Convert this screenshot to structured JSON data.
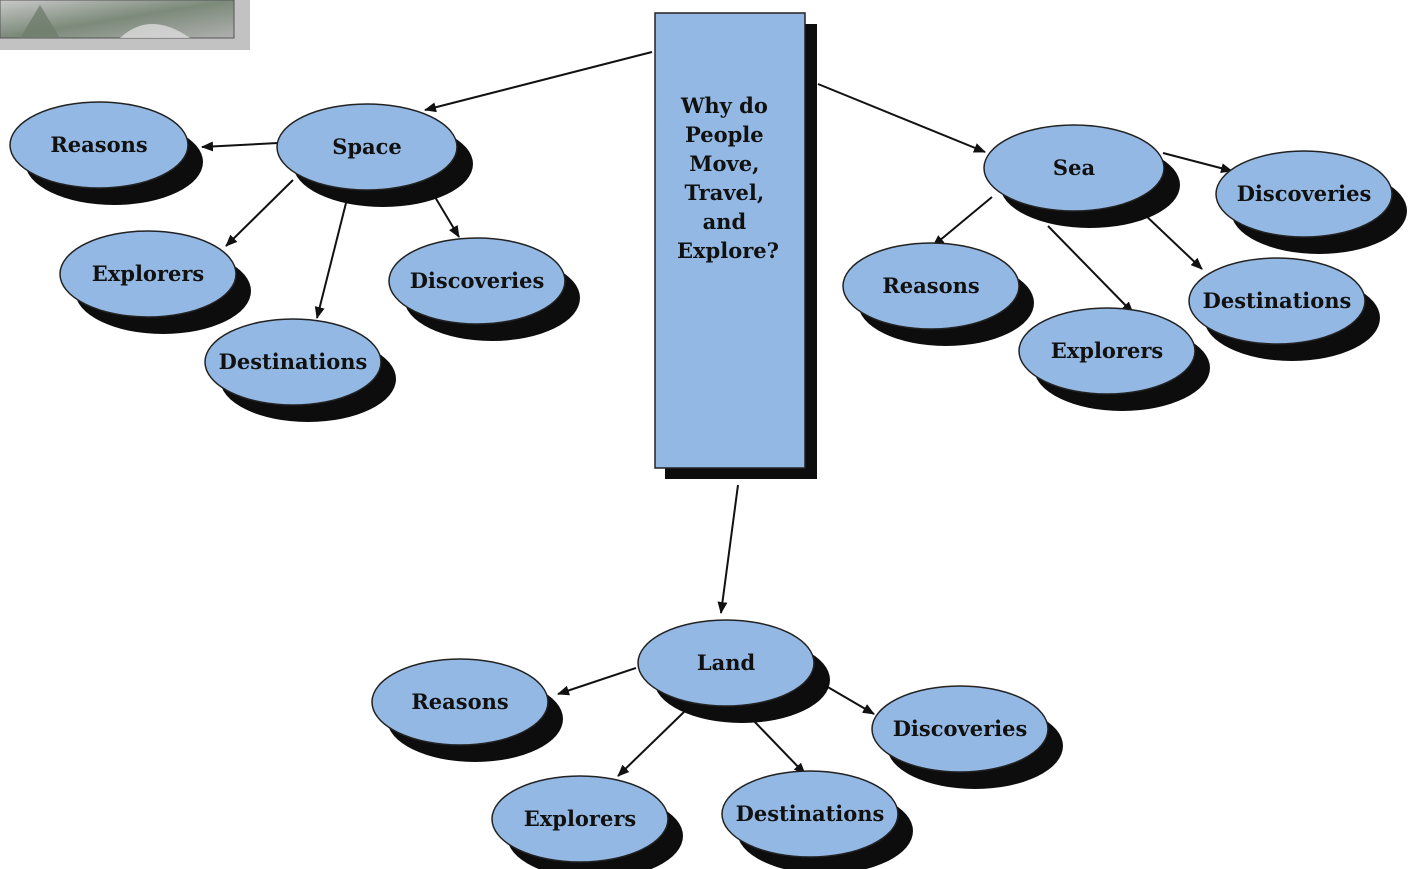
{
  "colors": {
    "node_fill": "#93b8e3",
    "shadow": "#0d0d0d",
    "line": "#111111",
    "photo_gray": "#9a9a9a"
  },
  "center": {
    "lines": [
      "Why do",
      "People",
      "Move,",
      "Travel,",
      "and",
      "Explore?"
    ]
  },
  "branches": [
    {
      "id": "space",
      "label": "Space",
      "children": [
        "Reasons",
        "Explorers",
        "Destinations",
        "Discoveries"
      ]
    },
    {
      "id": "sea",
      "label": "Sea",
      "children": [
        "Discoveries",
        "Reasons",
        "Explorers",
        "Destinations"
      ]
    },
    {
      "id": "land",
      "label": "Land",
      "children": [
        "Reasons",
        "Explorers",
        "Destinations",
        "Discoveries"
      ]
    }
  ]
}
